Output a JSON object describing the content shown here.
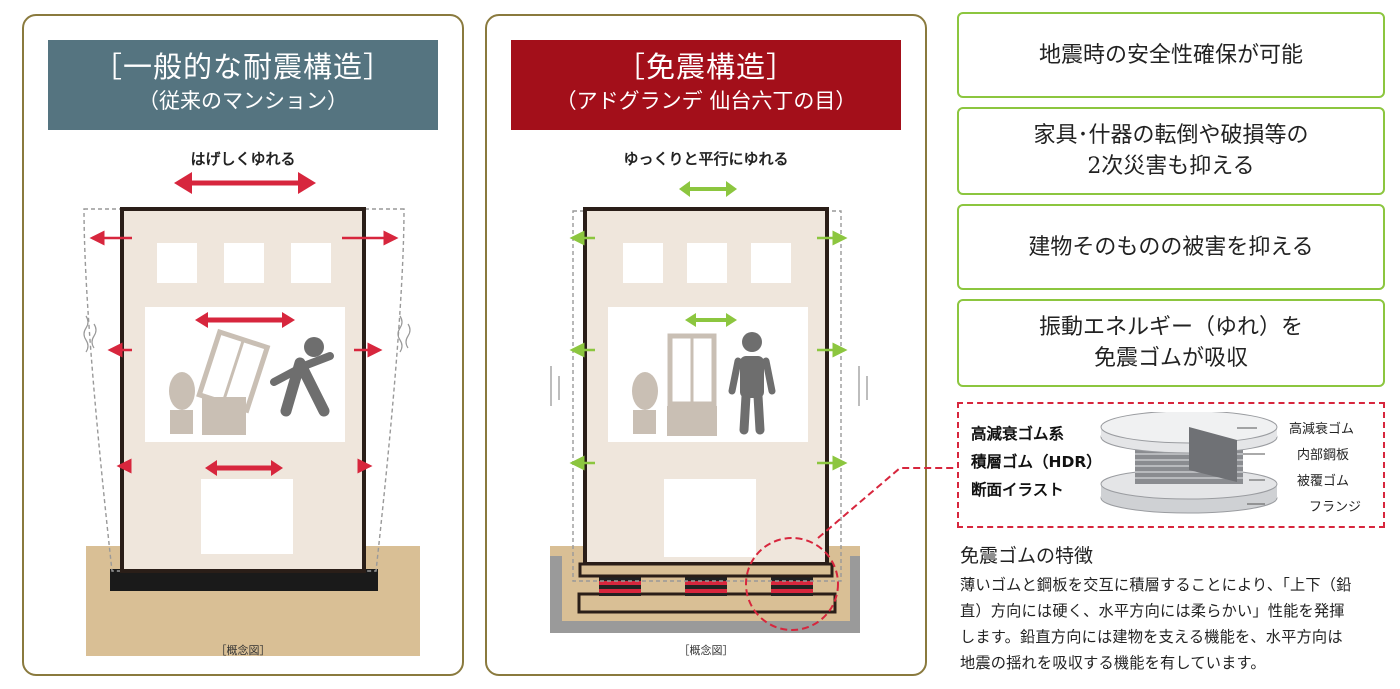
{
  "panels": {
    "left": {
      "title": "［一般的な耐震構造］",
      "subtitle": "（従来のマンション）",
      "shake_label": "はげしくゆれる",
      "caption": "［概念図］"
    },
    "right": {
      "title": "［免震構造］",
      "subtitle": "（アドグランデ 仙台六丁の目）",
      "shake_label": "ゆっくりと平行にゆれる",
      "caption": "［概念図］"
    }
  },
  "features": [
    {
      "lines": [
        "地震時の安全性確保が可能"
      ]
    },
    {
      "lines": [
        "家具･什器の転倒や破損等の",
        "2次災害も抑える"
      ]
    },
    {
      "lines": [
        "建物そのものの被害を抑える"
      ]
    },
    {
      "lines": [
        "振動エネルギー（ゆれ）を",
        "免震ゴムが吸収"
      ]
    }
  ],
  "hdr": {
    "title_lines": [
      "高減衰ゴム系",
      "積層ゴム（HDR）",
      "断面イラスト"
    ],
    "labels": [
      "高減衰ゴム",
      "内部鋼板",
      "被覆ゴム",
      "フランジ"
    ]
  },
  "rubber_features": {
    "heading": "免震ゴムの特徴",
    "lines": [
      "薄いゴムと鋼板を交互に積層することにより、「上下（鉛",
      "直）方向には硬く、水平方向には柔らかい」性能を発揮",
      "します。鉛直方向には建物を支える機能を、水平方向は",
      "地震の揺れを吸収する機能を有しています。"
    ]
  },
  "colors": {
    "frame": "#8a7a3e",
    "left_title_bg": "#557480",
    "right_title_bg": "#a30f1a",
    "feature_border": "#8cc63f",
    "accent_red": "#d7263d",
    "arrow_green": "#8cc63f",
    "building": "#efe6dc",
    "ground": "#d9bf95"
  }
}
